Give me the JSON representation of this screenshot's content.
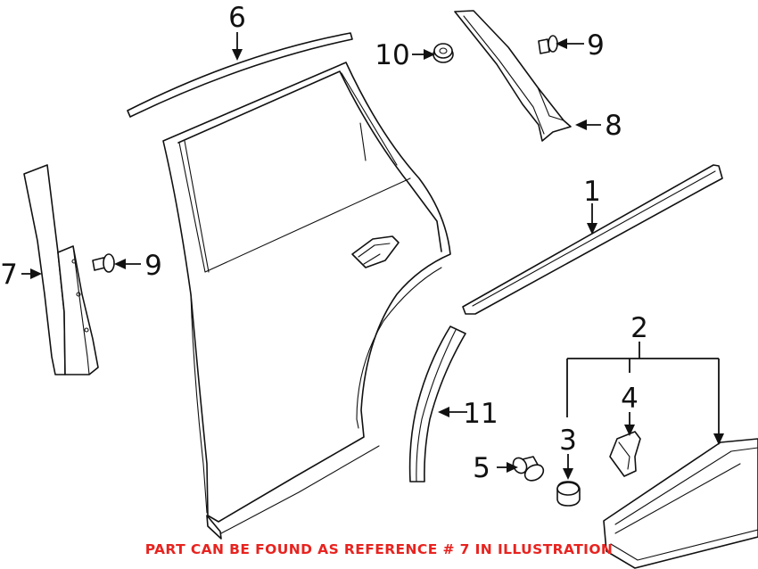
{
  "callouts": {
    "c1": "1",
    "c2": "2",
    "c3": "3",
    "c4": "4",
    "c5": "5",
    "c6": "6",
    "c7": "7",
    "c8": "8",
    "c9a": "9",
    "c9b": "9",
    "c10": "10",
    "c11": "11"
  },
  "notice": {
    "text": "PART CAN BE FOUND AS REFERENCE # 7 IN ILLUSTRATION",
    "color": "#e8231f"
  }
}
